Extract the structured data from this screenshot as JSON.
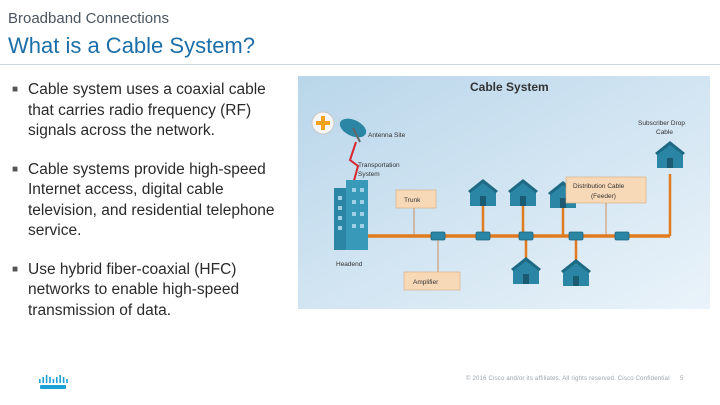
{
  "header": {
    "kicker": "Broadband Connections",
    "title": "What is a Cable System?"
  },
  "bullets": [
    "Cable system uses a coaxial cable that carries radio frequency (RF) signals across the network.",
    "Cable systems provide high-speed Internet access, digital cable television, and residential telephone service.",
    "Use hybrid fiber-coaxial (HFC) networks to enable high-speed transmission of data."
  ],
  "diagram": {
    "title": "Cable System",
    "labels": {
      "antenna_site": "Antenna Site",
      "transportation_system_1": "Transportation",
      "transportation_system_2": "System",
      "trunk": "Trunk",
      "headend": "Headend",
      "amplifier": "Amplifier",
      "distribution_cable_1": "Distribution Cable",
      "distribution_cable_2": "(Feeder)",
      "subscriber_drop_1": "Subscriber Drop",
      "subscriber_drop_2": "Cable"
    },
    "colors": {
      "background": "#cfe3f1",
      "cable": "#e07b1f",
      "house": "#2a86a4",
      "label_box": "#f7d9b8"
    }
  },
  "footer": {
    "copyright": "© 2016 Cisco and/or its affiliates. All rights reserved. Cisco Confidential",
    "page": "5"
  }
}
